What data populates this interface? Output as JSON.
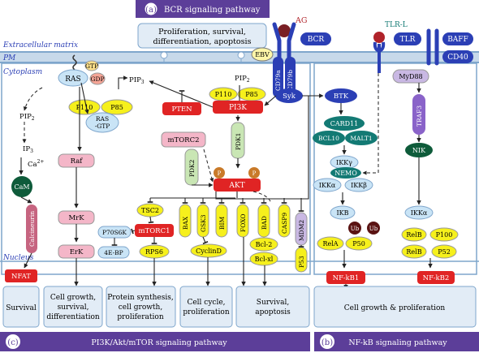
{
  "panel_a": {
    "letter": "(a)",
    "title": "BCR signaling pathway"
  },
  "panel_b": {
    "letter": "(b)",
    "title": "NF-kB signaling pathway"
  },
  "panel_c": {
    "letter": "(c)",
    "title": "PI3K/Akt/mTOR signaling pathway"
  },
  "regions": {
    "extracellular": "Extracellular matrix",
    "pm": "PM",
    "cytoplasm": "Cytoplasm",
    "nucleus": "Nucleus"
  },
  "top_box": {
    "line1": "Proliferation, survival,",
    "line2": "differentiation, apoptosis"
  },
  "receptors": {
    "ag": "AG",
    "bcr": "BCR",
    "ebv": "EBV",
    "cd79a": "CD79a",
    "cd79b": "CD79b",
    "tlr_l": "TLR-L",
    "tlr": "TLR",
    "baff": "BAFF",
    "cd40": "CD40"
  },
  "molecules": {
    "ras": "RAS",
    "gtp": "GTP",
    "gdp": "GDP",
    "p110": "P110",
    "p85": "P85",
    "ras_gtp_1": "RAS",
    "ras_gtp_2": "-GTP",
    "pip3": "PIP",
    "pip3_sub": "3",
    "pip2": "PIP",
    "pip2_sub": "2",
    "pten": "PTEN",
    "p110_2": "P110",
    "p85_2": "P85",
    "pi3k": "PI3K",
    "syk": "Syk",
    "btk": "BTK",
    "pip2_left": "PIP",
    "pip2_left_sub": "2",
    "ip3": "IP",
    "ip3_sub": "3",
    "ca": "Ca",
    "ca_sup": "2+",
    "cam": "CaM",
    "calcineurin": "Calcineurin",
    "nfat": "NFAT",
    "raf": "Raf",
    "mrk": "MrK",
    "erk": "ErK",
    "mtorc2": "mTORC2",
    "pdk2": "PDK2",
    "pdk1": "PDK1",
    "p": "P",
    "akt": "AKT",
    "tsc2": "TSC2",
    "mtorc1": "mTORC1",
    "p70s6k": "P70S6K",
    "ebp": "4E-BP",
    "rps6": "RPS6",
    "bax": "BAX",
    "gsk3": "GSK3",
    "bim": "BIM",
    "foxo": "FOXO",
    "bad": "BAD",
    "casp9": "CASP9",
    "mdm2": "MDM2",
    "p53": "P53",
    "cyclind": "CyclinD",
    "bcl2": "Bcl-2",
    "bclxl": "Bcl-xl",
    "card11": "CARD11",
    "bcl10": "BCL10",
    "malt1": "MALT1",
    "ikky": "IKKγ",
    "nemo": "NEMO",
    "ikka": "IKKα",
    "ikkb": "IKKβ",
    "ikb": "IKB",
    "ub": "Ub",
    "rela": "RelA",
    "p50": "P50",
    "nfkb1": "NF-kB1",
    "myd88": "MyD88",
    "traf3": "TRAF3",
    "nik": "NIK",
    "ikka2": "IKKα",
    "relb": "RelB",
    "p100": "P100",
    "p52": "P52",
    "nfkb2": "NF-kB2"
  },
  "outcomes": {
    "survival": "Survival",
    "o2_l1": "Cell growth,",
    "o2_l2": "survival,",
    "o2_l3": "differentiation",
    "o3_l1": "Protein synthesis,",
    "o3_l2": "cell growth,",
    "o3_l3": "proliferation",
    "o4_l1": "Cell cycle,",
    "o4_l2": "proliferation",
    "o5_l1": "Survival,",
    "o5_l2": "apoptosis",
    "o6": "Cell growth & proliferation"
  },
  "colors": {
    "pink": "#f4b6c8",
    "light_blue": "#c9e4f6",
    "yellow": "#f6f01c",
    "red": "#e02424",
    "green_dark": "#0e5b3a",
    "purple": "#5b3a9a",
    "blue": "#2b3fb5",
    "membrane": "#7fa6cc"
  }
}
